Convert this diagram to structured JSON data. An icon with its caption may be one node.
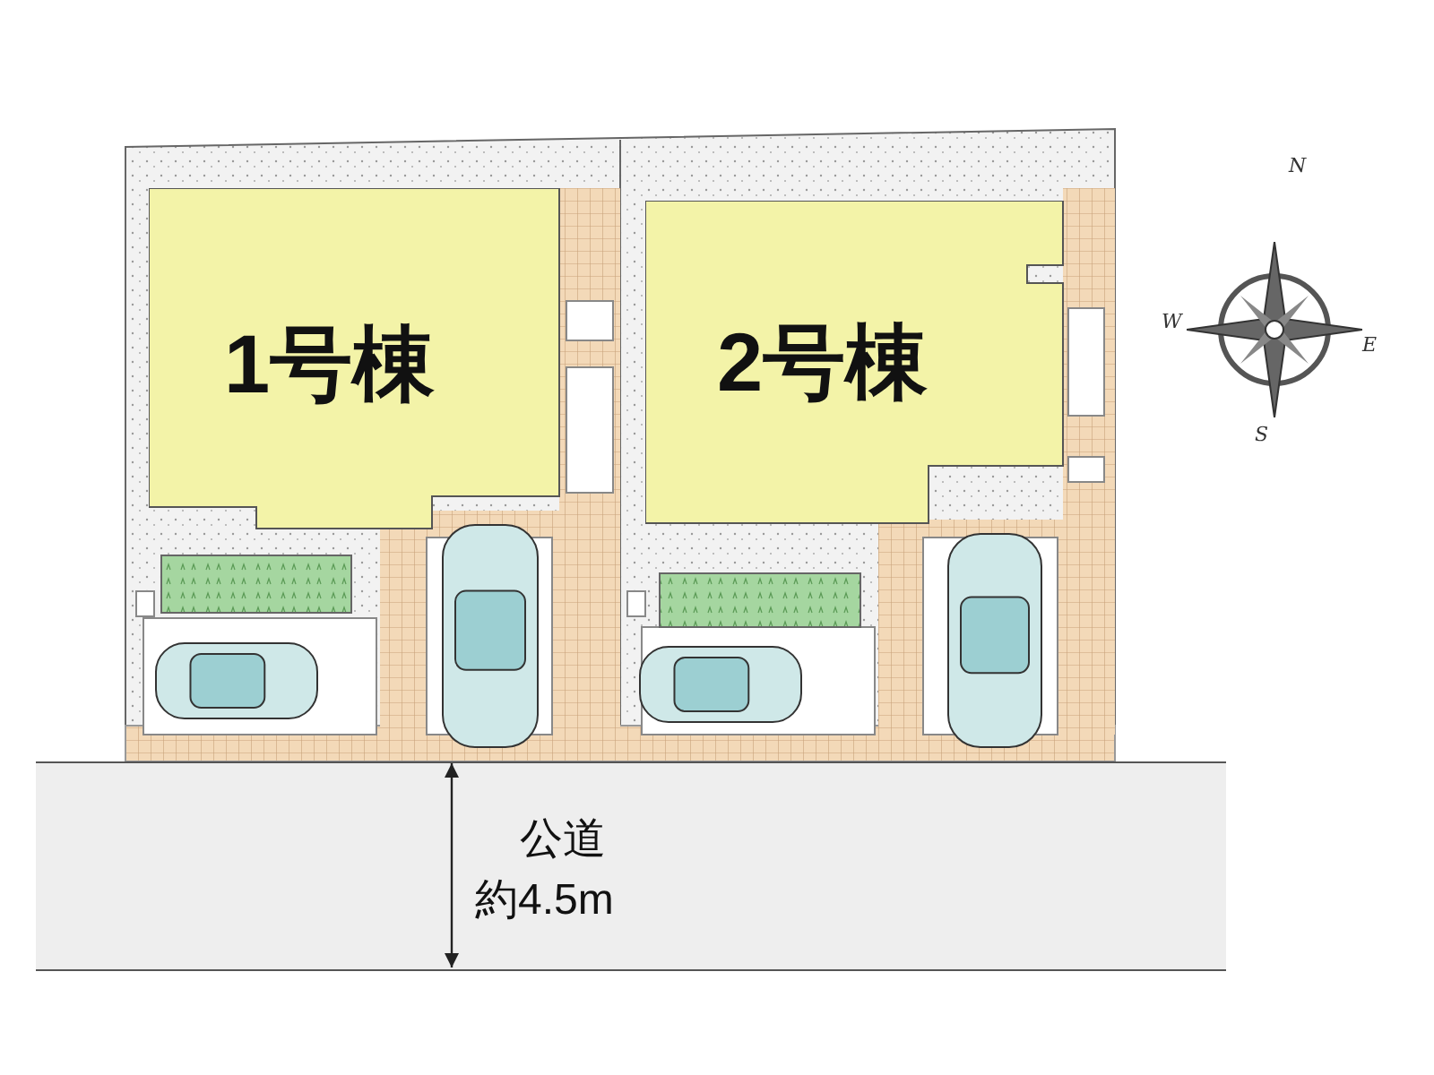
{
  "diagram": {
    "nodes": [
      {
        "text": [
          "1号棟"
        ]
      },
      {
        "text": [
          "2号棟"
        ]
      },
      {
        "text": [
          "公道",
          "約4.5m"
        ]
      }
    ],
    "edges": [],
    "labels": [
      "N",
      "W",
      "E",
      "S"
    ]
  }
}
